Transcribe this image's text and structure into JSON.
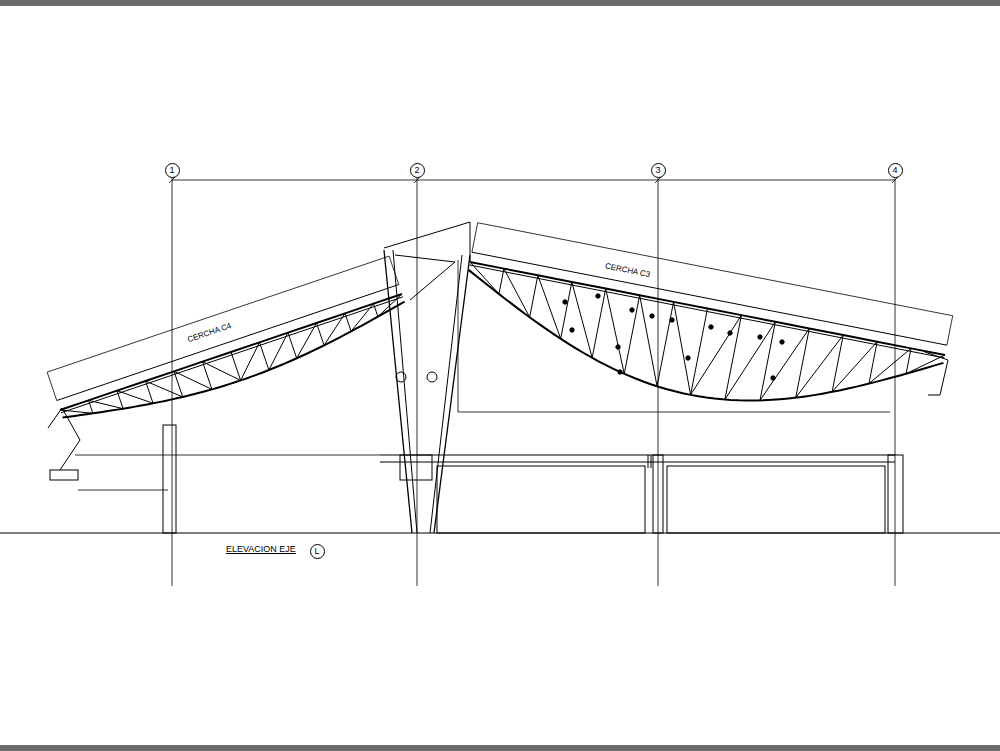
{
  "diagram": {
    "nodes": [
      {
        "text": [
          "1"
        ]
      },
      {
        "text": [
          "2"
        ]
      },
      {
        "text": [
          "3"
        ]
      },
      {
        "text": [
          "4"
        ]
      },
      {
        "text": [
          "L"
        ]
      }
    ],
    "labels": [
      "CERCHA C4",
      "CERCHA C3",
      "ELEVACION EJE"
    ]
  }
}
